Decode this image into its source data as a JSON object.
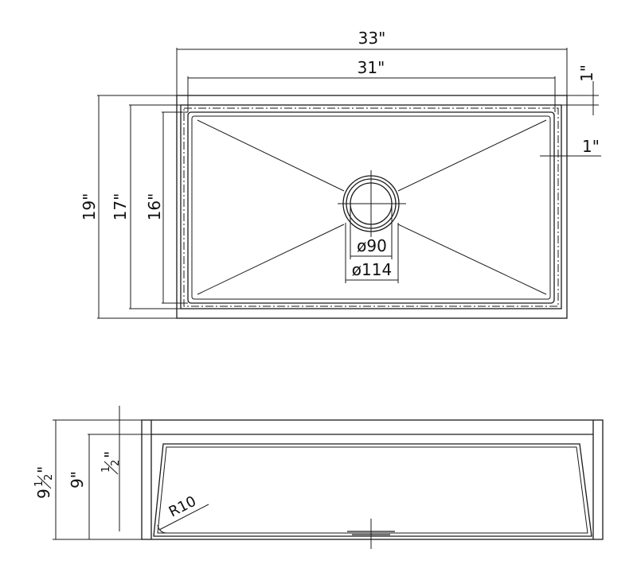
{
  "top_view": {
    "overall_width": "33\"",
    "bowl_width": "31\"",
    "rim_depth": "1\"",
    "flange": "1\"",
    "overall_length": "19\"",
    "inner_length": "17\"",
    "bowl_length": "16\"",
    "drain_inner": "ø90",
    "drain_outer": "ø114"
  },
  "section_view": {
    "overall_height_whole": "9",
    "overall_height_frac_num": "1",
    "overall_height_frac_den": "2",
    "overall_height_unit": "\"",
    "bowl_height": "9\"",
    "rim_frac_num": "1",
    "rim_frac_den": "2",
    "rim_unit": "\"",
    "corner_radius": "R10"
  }
}
